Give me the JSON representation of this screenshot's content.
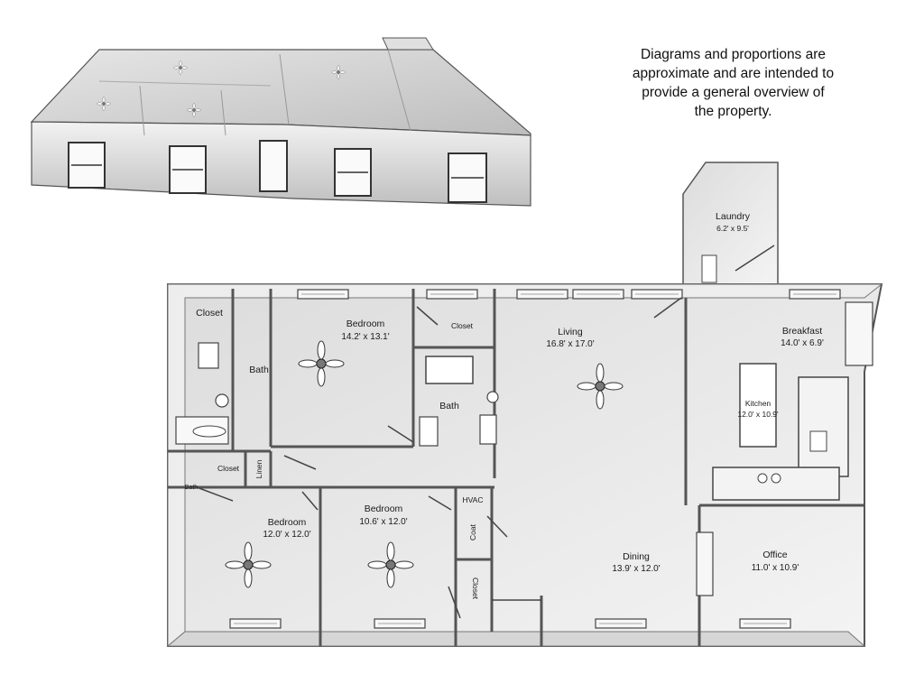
{
  "disclaimer": {
    "line1": "Diagrams and proportions are",
    "line2": "approximate and are intended to",
    "line3": "provide a general overview of",
    "line4": "the property."
  },
  "rooms": {
    "laundry": {
      "name": "Laundry",
      "dims": "6.2' x 9.5'"
    },
    "closet_master": {
      "name": "Closet"
    },
    "bedroom_master": {
      "name": "Bedroom",
      "dims": "14.2' x 13.1'"
    },
    "bath_master": {
      "name": "Bath"
    },
    "closet_bed_a": {
      "name": "Closet"
    },
    "bath_hall": {
      "name": "Bath"
    },
    "living": {
      "name": "Living",
      "dims": "16.8' x 17.0'"
    },
    "breakfast": {
      "name": "Breakfast",
      "dims": "14.0' x 6.9'"
    },
    "kitchen": {
      "name": "Kitchen",
      "dims": "12.0' x 10.9'"
    },
    "closet_hall": {
      "name": "Closet"
    },
    "linen": {
      "name": "Linen"
    },
    "bath_small": {
      "name": "Bath"
    },
    "bedroom_2": {
      "name": "Bedroom",
      "dims": "12.0' x 12.0'"
    },
    "bedroom_3": {
      "name": "Bedroom",
      "dims": "10.6' x 12.0'"
    },
    "hvac": {
      "name": "HVAC"
    },
    "coat": {
      "name": "Coat"
    },
    "closet_bed_3": {
      "name": "Closet"
    },
    "dining": {
      "name": "Dining",
      "dims": "13.9' x 12.0'"
    },
    "office": {
      "name": "Office",
      "dims": "11.0' x 10.9'"
    }
  }
}
